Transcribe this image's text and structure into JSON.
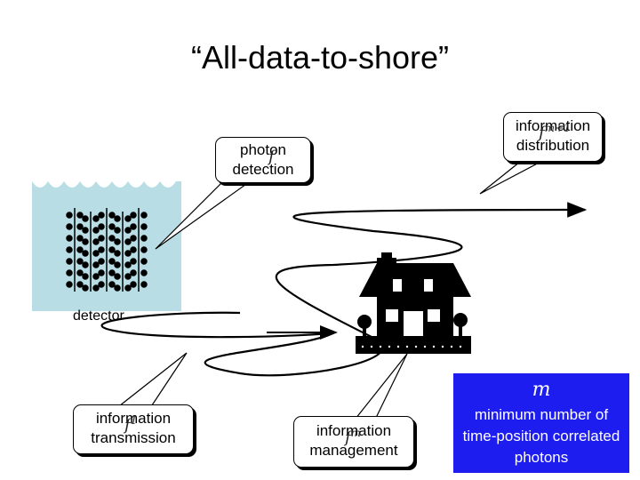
{
  "title": "“All-data-to-shore”",
  "detector_label": "detector",
  "callouts": {
    "photon_detection": {
      "text_line1": "photon",
      "text_line2": "detection",
      "symbol": "f"
    },
    "information_distribution": {
      "text_line1": "information",
      "text_line2": "distribution",
      "symbol": "f",
      "symbol_sup": "m+1"
    },
    "information_transmission": {
      "text_line1": "information",
      "text_line2": "transmission",
      "symbol": "f",
      "symbol_sup": "1"
    },
    "information_management": {
      "text_line1": "information",
      "text_line2": "management",
      "symbol": "f",
      "symbol_sup": "m"
    }
  },
  "legend_box": {
    "symbol": "m",
    "description": "minimum number of time-position correlated photons",
    "color": "#1d1df0"
  },
  "colors": {
    "water": "#b8dde4",
    "ink": "#000000"
  }
}
